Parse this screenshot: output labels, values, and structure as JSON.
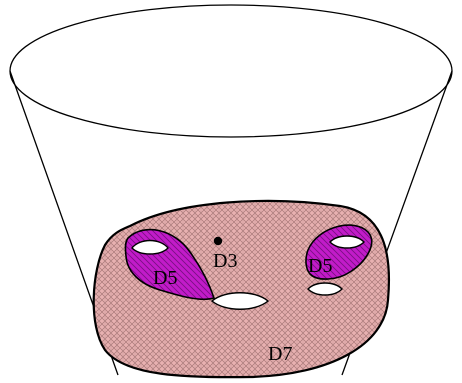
{
  "labels": {
    "d3": "D3",
    "d5_left": "D5",
    "d5_right": "D5",
    "d7": "D7"
  },
  "colors": {
    "outline": "#000000",
    "region_fill": "#e8b1b1",
    "hatch": "#a77878",
    "hole_fill": "#ffffff",
    "d5_fill": "#c21bc9",
    "d5_hatch": "#7a0f84"
  }
}
